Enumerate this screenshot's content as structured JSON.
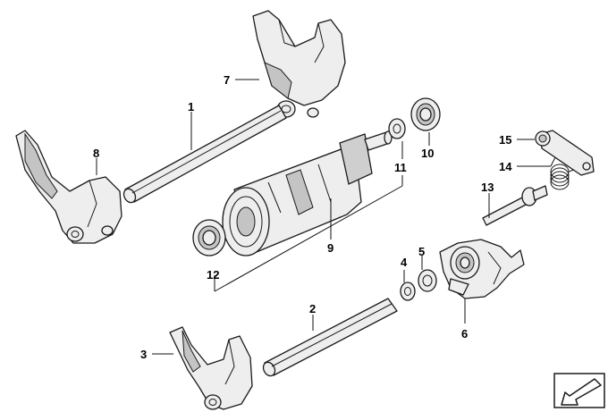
{
  "diagram": {
    "callouts": [
      "1",
      "2",
      "3",
      "4",
      "5",
      "6",
      "7",
      "8",
      "9",
      "10",
      "11",
      "12",
      "13",
      "14",
      "15"
    ]
  },
  "colors": {
    "background": "#ffffff",
    "part_fill": "#eeeeee",
    "part_shade": "#c4c4c4",
    "line": "#1a1a1a"
  },
  "icons": {
    "orientation_badge": "arrow-down-left-icon"
  }
}
